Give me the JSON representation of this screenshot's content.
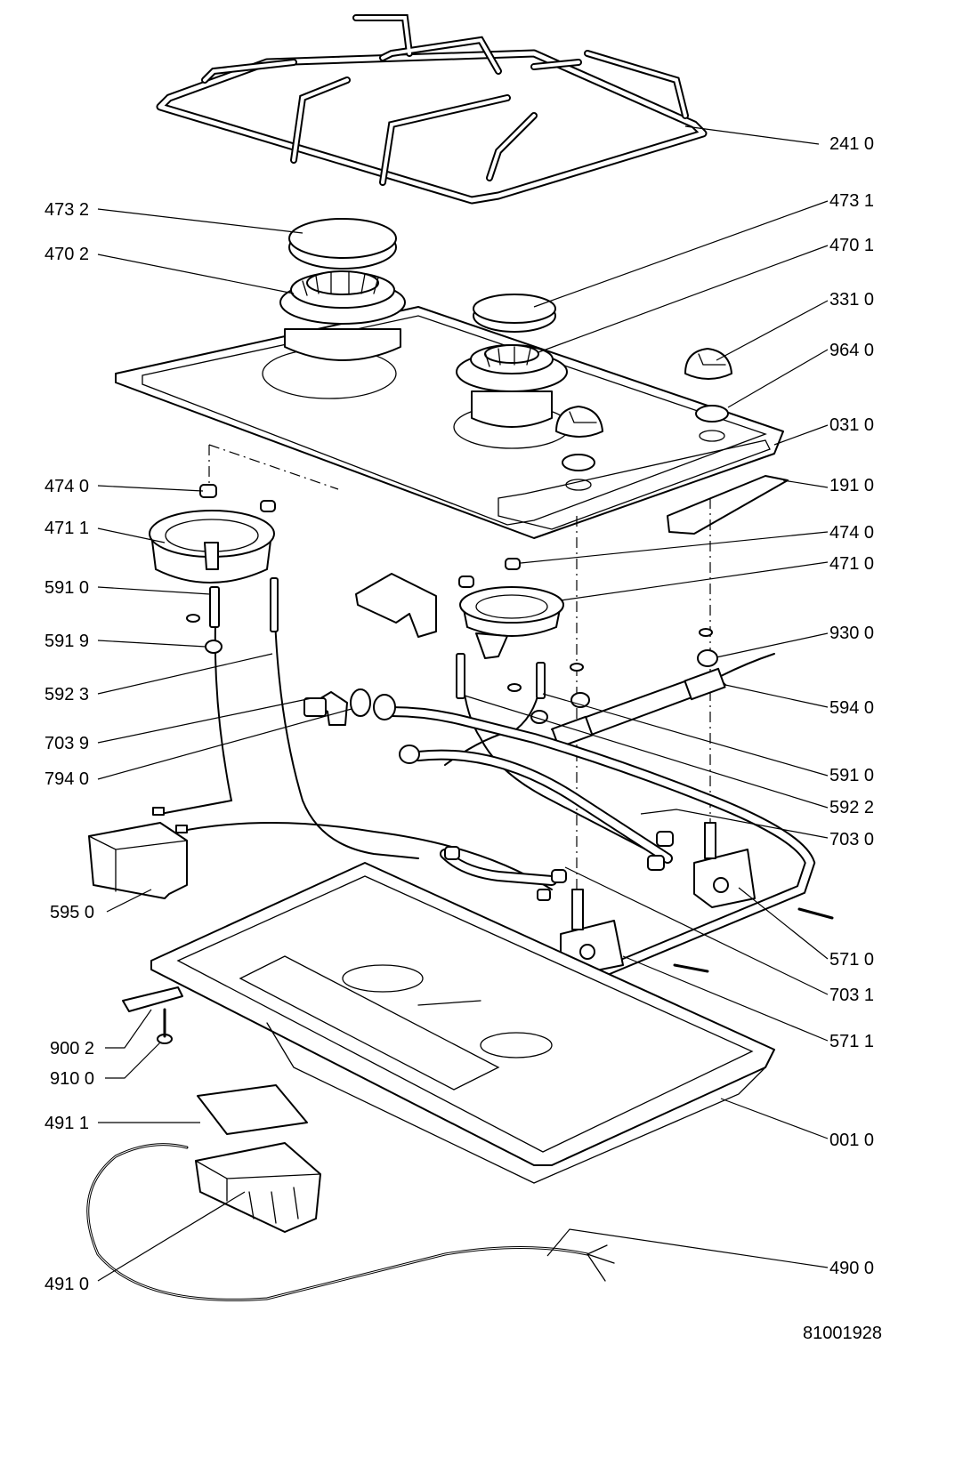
{
  "parts": [
    {
      "id": "241_0",
      "label": "241 0"
    },
    {
      "id": "473_2",
      "label": "473 2"
    },
    {
      "id": "473_1",
      "label": "473 1"
    },
    {
      "id": "470_2",
      "label": "470 2"
    },
    {
      "id": "470_1",
      "label": "470 1"
    },
    {
      "id": "331_0",
      "label": "331 0"
    },
    {
      "id": "964_0",
      "label": "964 0"
    },
    {
      "id": "031_0",
      "label": "031 0"
    },
    {
      "id": "474_0_l",
      "label": "474 0"
    },
    {
      "id": "191_0",
      "label": "191 0"
    },
    {
      "id": "471_1",
      "label": "471 1"
    },
    {
      "id": "474_0_r",
      "label": "474 0"
    },
    {
      "id": "471_0",
      "label": "471 0"
    },
    {
      "id": "591_0_l",
      "label": "591 0"
    },
    {
      "id": "591_9",
      "label": "591 9"
    },
    {
      "id": "930_0",
      "label": "930 0"
    },
    {
      "id": "592_3",
      "label": "592 3"
    },
    {
      "id": "594_0",
      "label": "594 0"
    },
    {
      "id": "703_9",
      "label": "703 9"
    },
    {
      "id": "591_0_r",
      "label": "591 0"
    },
    {
      "id": "794_0",
      "label": "794 0"
    },
    {
      "id": "592_2",
      "label": "592 2"
    },
    {
      "id": "703_0",
      "label": "703 0"
    },
    {
      "id": "595_0",
      "label": "595 0"
    },
    {
      "id": "571_0",
      "label": "571 0"
    },
    {
      "id": "703_1",
      "label": "703 1"
    },
    {
      "id": "900_2",
      "label": "900 2"
    },
    {
      "id": "571_1",
      "label": "571 1"
    },
    {
      "id": "910_0",
      "label": "910 0"
    },
    {
      "id": "491_1",
      "label": "491 1"
    },
    {
      "id": "001_0",
      "label": "001 0"
    },
    {
      "id": "490_0",
      "label": "490 0"
    },
    {
      "id": "491_0",
      "label": "491 0"
    }
  ],
  "drawing_number": "81001928"
}
